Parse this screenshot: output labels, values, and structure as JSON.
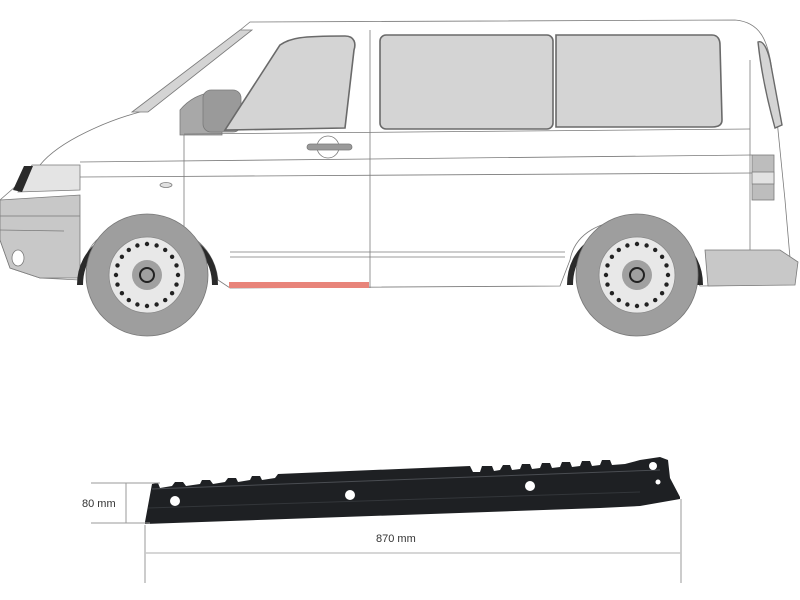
{
  "diagram": {
    "subject": "van-side-view",
    "highlighted_part": "rocker-panel-sill",
    "highlight_color": "#e8847a",
    "body_color": "#ffffff",
    "glass_color": "#d4d4d4",
    "bumper_color": "#c8c8c8",
    "tire_color": "#9e9e9e",
    "wheel_arch_color": "#2a2a2a",
    "hub_color": "#e8e8e8",
    "part_color": "#1e2023",
    "line_color": "#888888"
  },
  "dimensions": {
    "height_label": "80 mm",
    "width_label": "870 mm"
  }
}
